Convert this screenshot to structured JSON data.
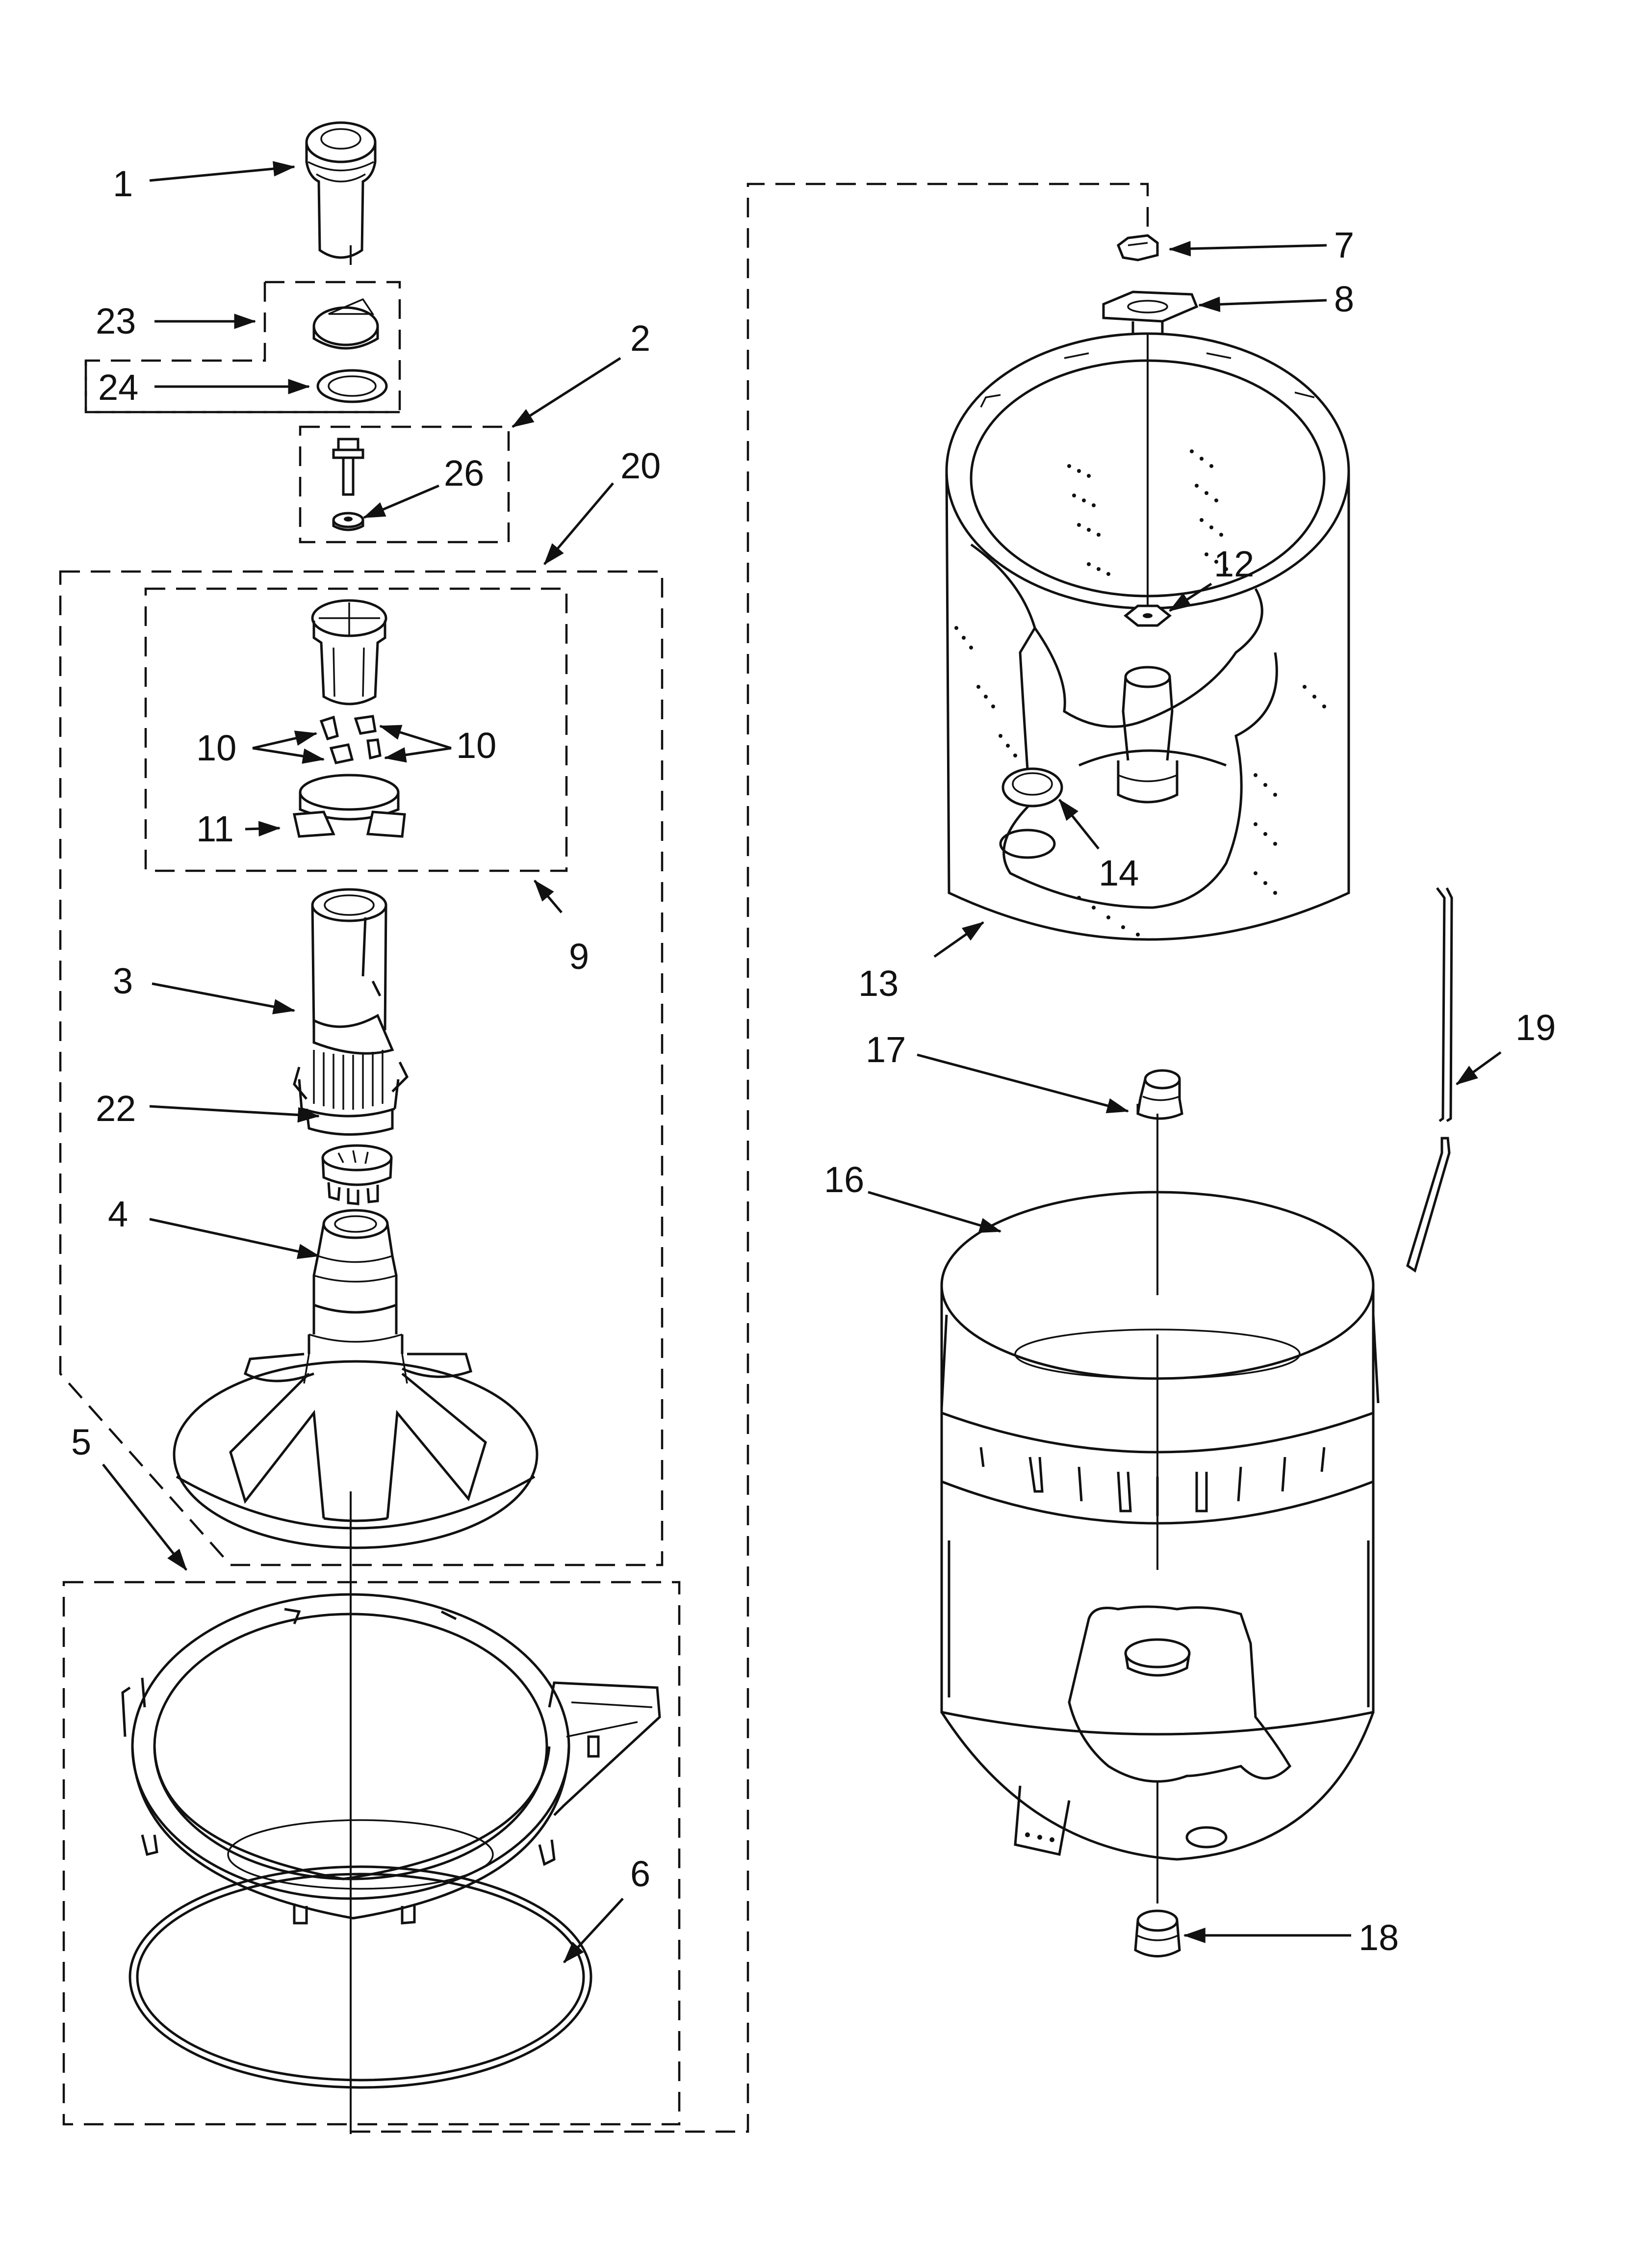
{
  "parts": [
    {
      "id": "part-1",
      "number": "1"
    },
    {
      "id": "part-2",
      "number": "2"
    },
    {
      "id": "part-3",
      "number": "3"
    },
    {
      "id": "part-4",
      "number": "4"
    },
    {
      "id": "part-5",
      "number": "5"
    },
    {
      "id": "part-6",
      "number": "6"
    },
    {
      "id": "part-7",
      "number": "7"
    },
    {
      "id": "part-8",
      "number": "8"
    },
    {
      "id": "part-9",
      "number": "9"
    },
    {
      "id": "part-10a",
      "number": "10"
    },
    {
      "id": "part-10b",
      "number": "10"
    },
    {
      "id": "part-11",
      "number": "11"
    },
    {
      "id": "part-12",
      "number": "12"
    },
    {
      "id": "part-13",
      "number": "13"
    },
    {
      "id": "part-14",
      "number": "14"
    },
    {
      "id": "part-16",
      "number": "16"
    },
    {
      "id": "part-17",
      "number": "17"
    },
    {
      "id": "part-18",
      "number": "18"
    },
    {
      "id": "part-19",
      "number": "19"
    },
    {
      "id": "part-20",
      "number": "20"
    },
    {
      "id": "part-22",
      "number": "22"
    },
    {
      "id": "part-23",
      "number": "23"
    },
    {
      "id": "part-24",
      "number": "24"
    },
    {
      "id": "part-26",
      "number": "26"
    }
  ]
}
